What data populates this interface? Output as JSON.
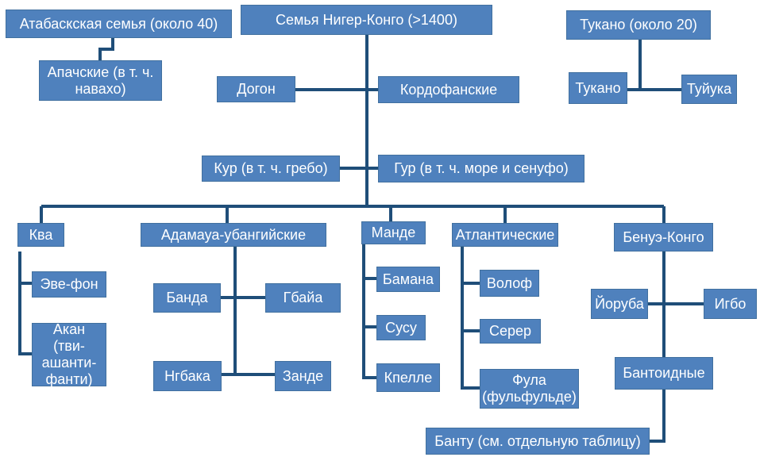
{
  "colors": {
    "node_fill": "#4f81bd",
    "node_text": "#ffffff",
    "connector": "#1f4e79"
  },
  "nodes": {
    "athabaskan": "Атабаскская семья (около 40)",
    "apache": "Апачские (в т. ч.\nнавахо)",
    "niger_congo": "Семья Нигер-Конго (>1400)",
    "tucano_family": "Тукано (около 20)",
    "tucano": "Тукано",
    "tuyuka": "Туйука",
    "dogon": "Догон",
    "kordofanian": "Кордофанские",
    "kru": "Кур (в т. ч. гребо)",
    "gur": "Гур (в т. ч. море и сенуфо)",
    "kwa": "Ква",
    "ewe_fon": "Эве-фон",
    "akan": "Акан (тви-\nашанти-\nфанти)",
    "adamawa": "Адамауа-убангийские",
    "banda": "Банда",
    "gbaya": "Гбайа",
    "ngbaka": "Нгбака",
    "zande": "Занде",
    "mande": "Манде",
    "bamana": "Бамана",
    "susu": "Сусу",
    "kpelle": "Кпелле",
    "atlantic": "Атлантические",
    "wolof": "Волоф",
    "serer": "Серер",
    "fula": "Фула\n(фульфульде)",
    "benue_congo": "Бенуэ-Конго",
    "yoruba": "Йоруба",
    "igbo": "Игбо",
    "bantoid": "Бантоидные",
    "bantu": "Банту (см. отдельную таблицу)"
  }
}
